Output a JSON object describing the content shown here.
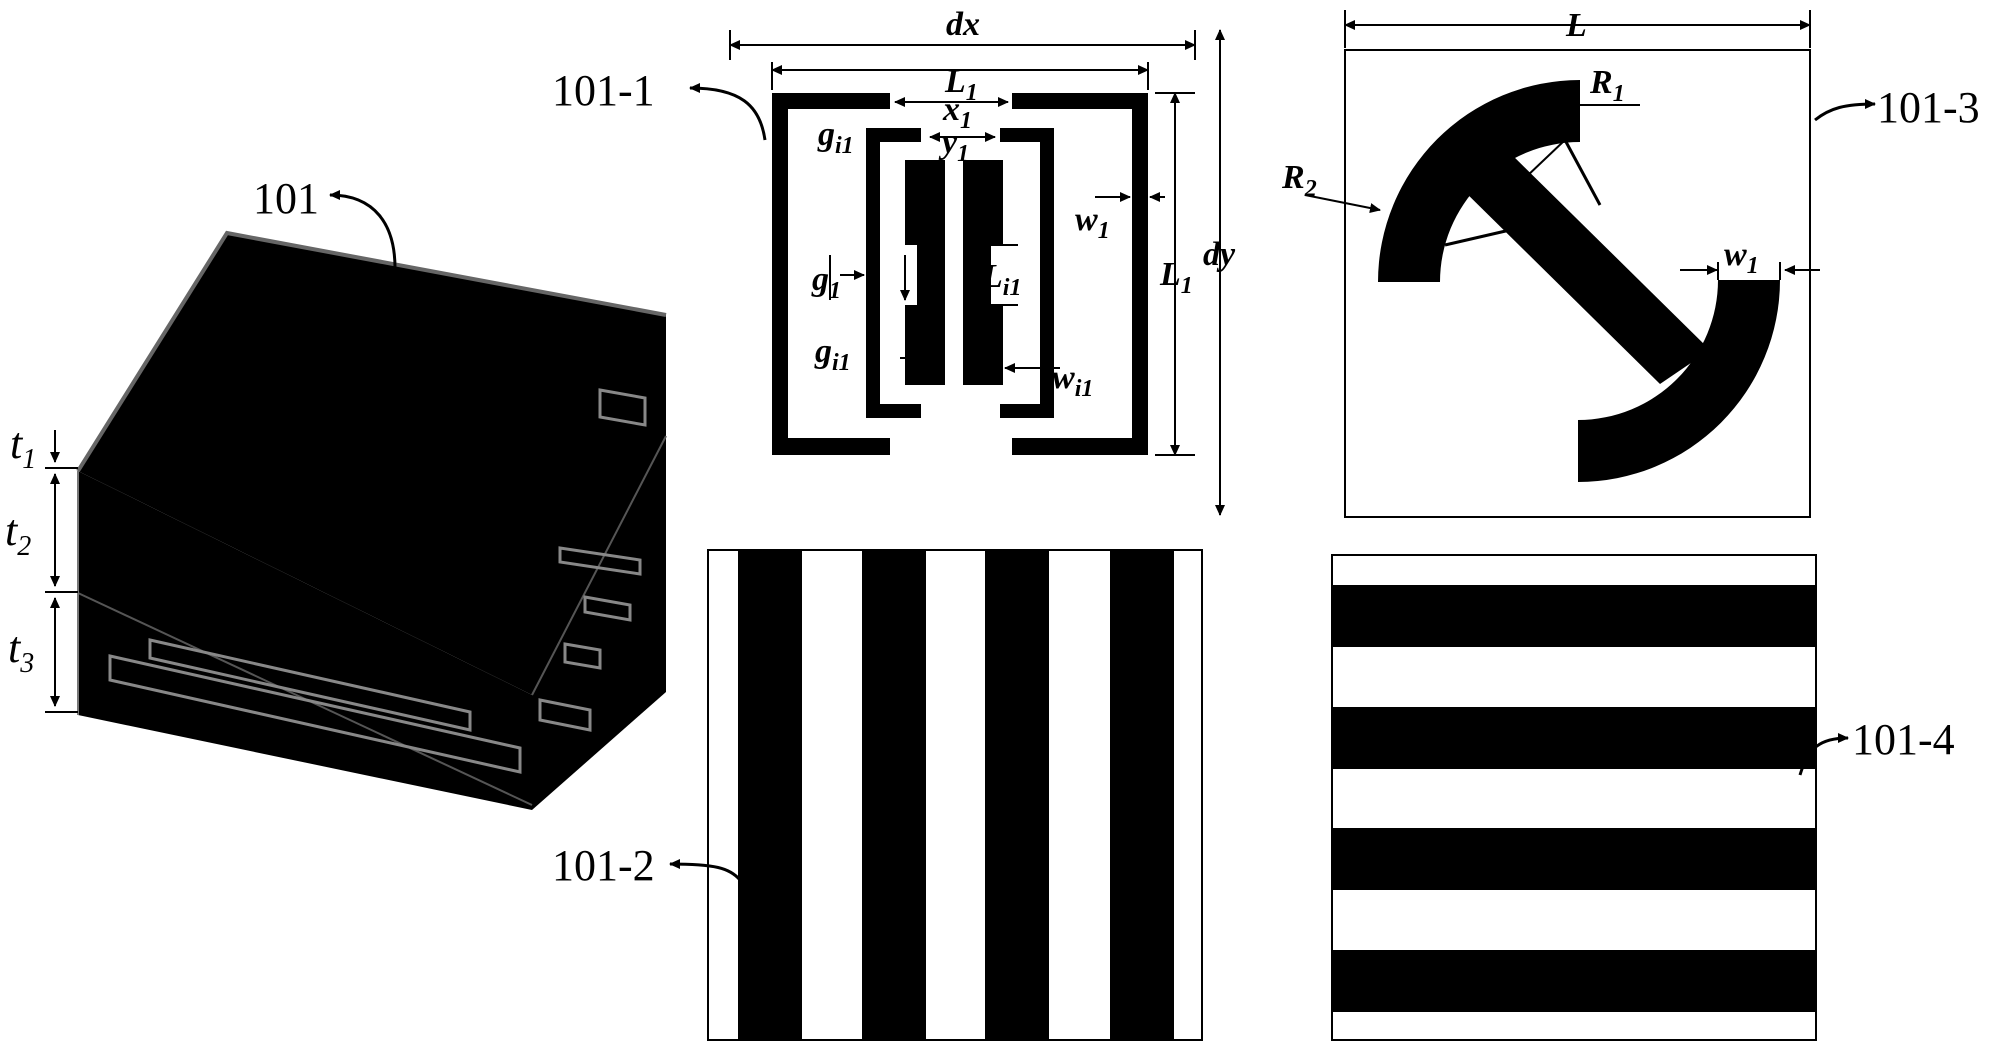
{
  "figure": {
    "layered_structure": {
      "label": "101",
      "thickness_labels": [
        {
          "main": "t",
          "sub": "1"
        },
        {
          "main": "t",
          "sub": "2"
        },
        {
          "main": "t",
          "sub": "3"
        }
      ]
    },
    "panel_101_1": {
      "label": "101-1",
      "dims": {
        "dx": "dx",
        "L1": {
          "main": "L",
          "sub": "1"
        },
        "x1": {
          "main": "x",
          "sub": "1"
        },
        "y1": {
          "main": "y",
          "sub": "1"
        },
        "gi1_top": {
          "main": "g",
          "sub": "i1"
        },
        "g1": {
          "main": "g",
          "sub": "1"
        },
        "gi1_low": {
          "main": "g",
          "sub": "i1"
        },
        "w1": {
          "main": "w",
          "sub": "1"
        },
        "Li1": {
          "main": "L",
          "sub": "i1"
        },
        "wi1": {
          "main": "w",
          "sub": "i1"
        },
        "L1_side": {
          "main": "L",
          "sub": "1"
        },
        "dy": "dy"
      }
    },
    "panel_101_2": {
      "label": "101-2",
      "stripe_orientation": "vertical",
      "dark_stripes": 4
    },
    "panel_101_3": {
      "label": "101-3",
      "dims": {
        "L": "L",
        "R1": {
          "main": "R",
          "sub": "1"
        },
        "R2": {
          "main": "R",
          "sub": "2"
        },
        "w1": {
          "main": "w",
          "sub": "1"
        }
      }
    },
    "panel_101_4": {
      "label": "101-4",
      "stripe_orientation": "horizontal",
      "dark_stripes": 4
    },
    "colors": {
      "ink": "#000000",
      "paper": "#ffffff"
    }
  }
}
